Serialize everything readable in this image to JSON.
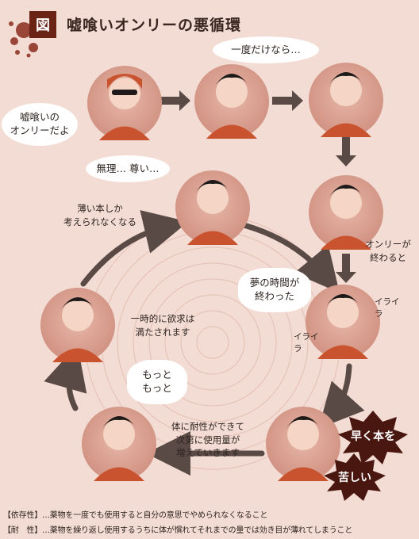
{
  "title": {
    "badge": "図",
    "text": "嘘喰いオンリーの悪循環"
  },
  "bubbles": {
    "usogui_only": "嘘喰いの\nオンリーだよ",
    "just_once": "一度だけなら…",
    "impossible": "無理… 尊い…",
    "dream_over": "夢の時間が\n終わった",
    "more": "もっと\nもっと"
  },
  "labels": {
    "thin_books": "薄い本しか\n考えられなくなる",
    "only_ends": "オンリーが\n終わると",
    "temporarily": "一時的に欲求は\n満たされます",
    "tolerance": "体に耐性ができて\n次第に使用量が\n増えていきます",
    "irritated_1": "イライラ",
    "irritated_2": "イライラ"
  },
  "burst": {
    "hurry": "早く本を",
    "painful": "苦しい"
  },
  "footer": {
    "dependence": "【依存性】…薬物を一度でも使用すると自分の意思でやめられなくなること",
    "tolerance": "【耐　性】…薬物を繰り返し使用するうちに体が慣れてそれまでの量では効き目が薄れてしまうこと"
  },
  "colors": {
    "background": "#f3dcd3",
    "accent": "#6b2316",
    "circle": "#c98d80",
    "arrow": "#5a4a45",
    "shirt": "#c9532e"
  }
}
